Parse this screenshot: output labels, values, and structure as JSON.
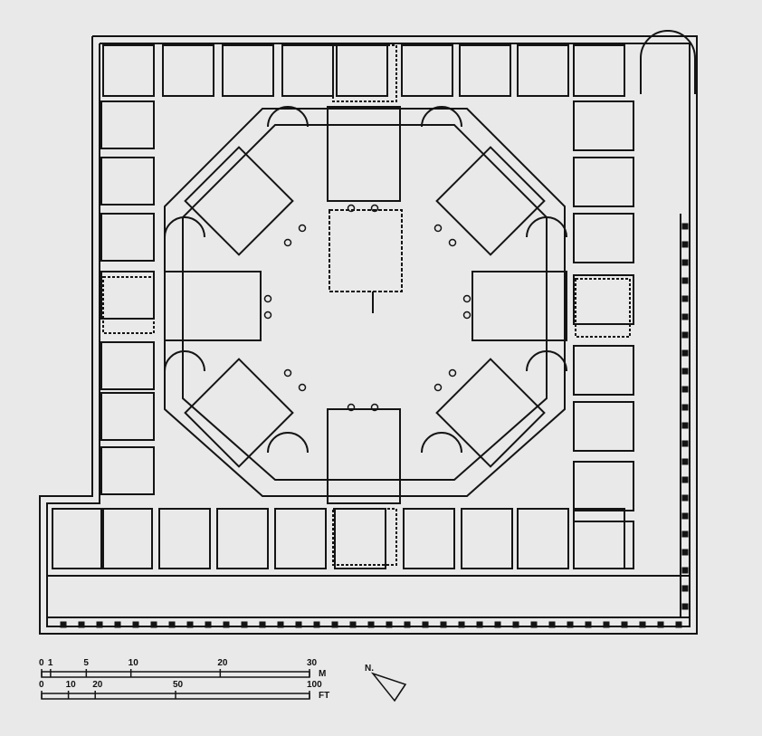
{
  "colors": {
    "ink": "#141414",
    "paper": "#e9e9e9",
    "wall": "#ffffff"
  },
  "north": {
    "label": "N."
  },
  "scale_metres": {
    "unit": "M",
    "ticks": [
      {
        "label": "0",
        "value": 0
      },
      {
        "label": "1",
        "value": 1
      },
      {
        "label": "5",
        "value": 5
      },
      {
        "label": "10",
        "value": 10
      },
      {
        "label": "20",
        "value": 20
      },
      {
        "label": "30",
        "value": 30
      }
    ]
  },
  "scale_feet": {
    "unit": "FT",
    "ticks": [
      {
        "label": "0",
        "value": 0
      },
      {
        "label": "10",
        "value": 10
      },
      {
        "label": "20",
        "value": 20
      },
      {
        "label": "50",
        "value": 50
      },
      {
        "label": "100",
        "value": 100
      }
    ]
  }
}
